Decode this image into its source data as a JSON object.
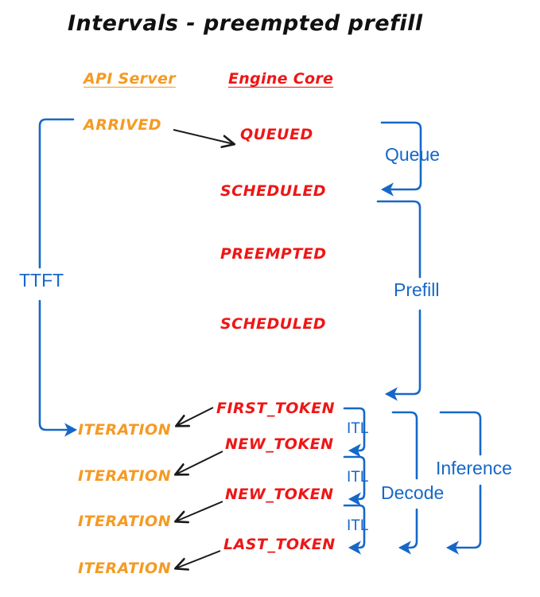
{
  "title": "Intervals - preempted prefill",
  "colors": {
    "api_server": "#F59A23",
    "engine_core": "#EE1616",
    "annotation_blue": "#1668C8",
    "arrow_black": "#1A1A1A",
    "background": "#FFFFFF"
  },
  "columns": [
    {
      "label": "API Server",
      "color": "#F59A23"
    },
    {
      "label": "Engine Core",
      "color": "#EE1616"
    }
  ],
  "api_server_events": [
    {
      "label": "ARRIVED"
    },
    {
      "label": "ITERATION"
    },
    {
      "label": "ITERATION"
    },
    {
      "label": "ITERATION"
    },
    {
      "label": "ITERATION"
    }
  ],
  "engine_core_events": [
    {
      "label": "QUEUED"
    },
    {
      "label": "SCHEDULED"
    },
    {
      "label": "PREEMPTED"
    },
    {
      "label": "SCHEDULED"
    },
    {
      "label": "FIRST_TOKEN"
    },
    {
      "label": "NEW_TOKEN"
    },
    {
      "label": "NEW_TOKEN"
    },
    {
      "label": "LAST_TOKEN"
    }
  ],
  "intervals": [
    {
      "label": "TTFT"
    },
    {
      "label": "Queue"
    },
    {
      "label": "Prefill"
    },
    {
      "label": "ITL"
    },
    {
      "label": "ITL"
    },
    {
      "label": "ITL"
    },
    {
      "label": "Decode"
    },
    {
      "label": "Inference"
    }
  ]
}
